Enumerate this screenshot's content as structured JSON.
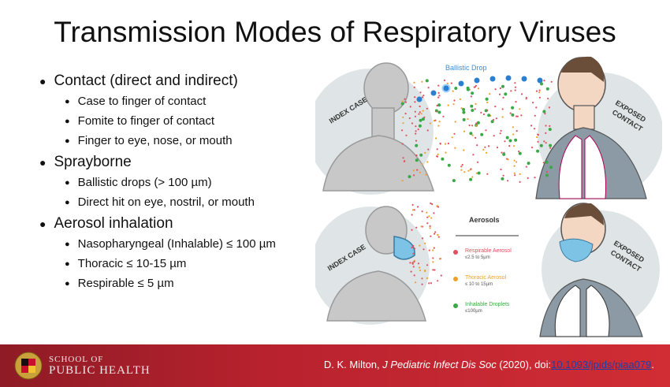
{
  "title": "Transmission Modes of Respiratory Viruses",
  "bullets": [
    {
      "label": "Contact (direct and indirect)",
      "sub": [
        "Case to finger of contact",
        "Fomite to finger of contact",
        "Finger to eye, nose, or mouth"
      ]
    },
    {
      "label": "Sprayborne",
      "sub": [
        "Ballistic drops (> 100 µm)",
        "Direct hit on eye, nostril, or mouth"
      ]
    },
    {
      "label": "Aerosol inhalation",
      "sub": [
        "Nasopharyngeal (Inhalable) ≤ 100 µm",
        "Thoracic ≤ 10-15 µm",
        "Respirable ≤ 5 µm"
      ]
    }
  ],
  "figure": {
    "ballistic_label": "Ballistic Drop",
    "index_case": "INDEX CASE",
    "exposed_contact_l1": "EXPOSED",
    "exposed_contact_l2": "CONTACT",
    "aerosols_title": "Aerosols",
    "legend": [
      {
        "label": "Respirable Aerosol",
        "sub": "≤2.5 to 5µm",
        "color": "#e0505f"
      },
      {
        "label": "Thoracic Aerosol",
        "sub": "≤ 10 to 15µm",
        "color": "#f0a02a"
      },
      {
        "label": "Inhalable Droplets",
        "sub": "≤100µm",
        "color": "#3aa847"
      }
    ]
  },
  "footer": {
    "school_line1": "SCHOOL OF",
    "school_line2": "PUBLIC HEALTH",
    "cite_author": "D. K. Milton, ",
    "cite_journal": "J Pediatric Infect Dis Soc",
    "cite_rest": " (2020), doi:",
    "cite_doi": "10.1093/jpids/piaa079",
    "cite_end": "."
  }
}
